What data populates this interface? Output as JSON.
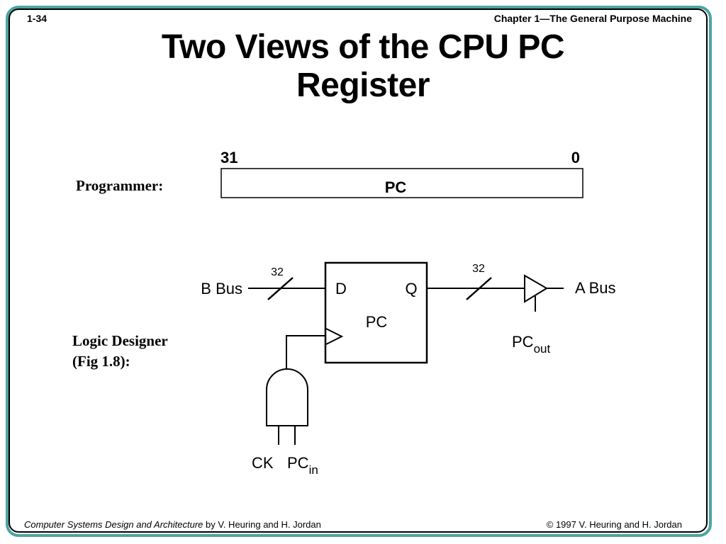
{
  "header": {
    "slide_number": "1-34",
    "chapter": "Chapter 1—The General Purpose Machine"
  },
  "title": {
    "line1": "Two Views of the CPU PC",
    "line2": "Register"
  },
  "programmer_view": {
    "label": "Programmer:",
    "msb": "31",
    "lsb": "0",
    "register_name": "PC"
  },
  "logic_view": {
    "label_line1": "Logic Designer",
    "label_line2": "(Fig 1.8):",
    "input_bus": "B Bus",
    "input_width": "32",
    "output_bus": "A Bus",
    "output_width": "32",
    "d_port": "D",
    "q_port": "Q",
    "register_name": "PC",
    "enable_signal": "PC",
    "enable_subscript": "out",
    "clock_input": "CK",
    "load_signal": "PC",
    "load_subscript": "in"
  },
  "footer": {
    "book_title": "Computer Systems Design and Architecture",
    "authors": " by V. Heuring and H. Jordan",
    "copyright": "© 1997 V. Heuring and H. Jordan"
  },
  "colors": {
    "frame_accent": "#4fa3a3",
    "ink": "#000000"
  }
}
